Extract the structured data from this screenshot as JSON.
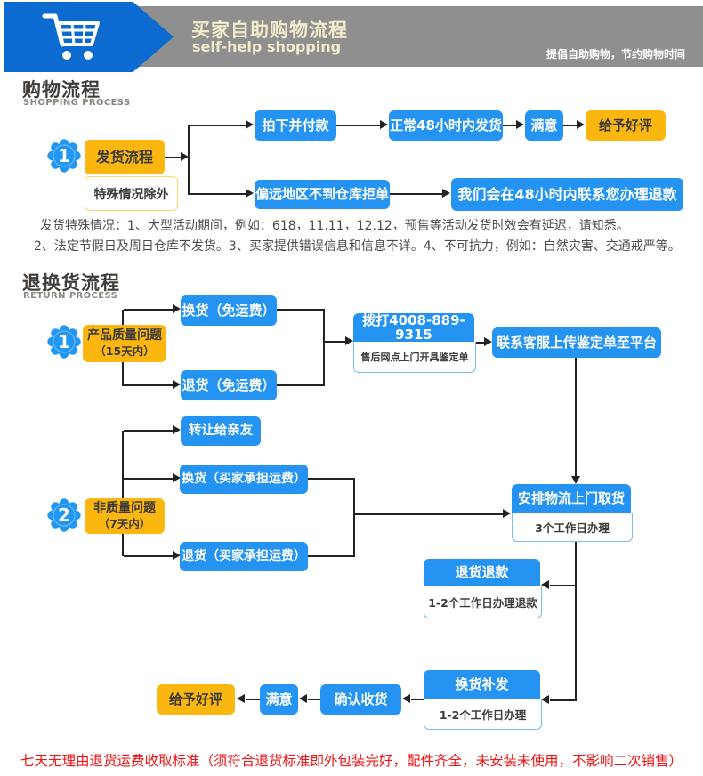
{
  "header": {
    "title": "买家自助购物流程",
    "subtitle": "self-help shopping",
    "tagline": "提倡自助购物，节约购物时间"
  },
  "section_shopping": {
    "title": "购物流程",
    "subtitle": "SHOPPING PROCESS"
  },
  "section_return": {
    "title": "退换货流程",
    "subtitle": "RETURN PROCESS"
  },
  "flow1": {
    "badge": "1",
    "start": "发货流程",
    "start_note": "特殊情况除外",
    "steps_top": [
      "拍下并付款",
      "正常48小时内发货",
      "满意",
      "给予好评"
    ],
    "steps_bottom": [
      "偏远地区不到仓库拒单",
      "我们会在48小时内联系您办理退款"
    ]
  },
  "shipping_notes": {
    "line1": "发货特殊情况：1、大型活动期间，例如：618，11.11，12.12，预售等活动发货时效会有延迟，请知悉。",
    "line2": "2、法定节假日及周日仓库不发货。3、买家提供错误信息和信息不详。4、不可抗力，例如：自然灾害、交通戒严等。"
  },
  "flow2": {
    "quality": {
      "badge": "1",
      "title": "产品质量问题",
      "window": "（15天内）",
      "exchange": "换货（免运费）",
      "return": "退货（免运费）",
      "hotline": "拨打4008-889-9315",
      "hotline_note": "售后网点上门开具鉴定单",
      "upload": "联系客服上传鉴定单至平台"
    },
    "non_quality": {
      "badge": "2",
      "title": "非质量问题",
      "window": "（7天内）",
      "transfer": "转让给亲友",
      "exchange": "换货（买家承担运费）",
      "return": "退货（买家承担运费）"
    },
    "pickup": {
      "title": "安排物流上门取货",
      "note": "3个工作日办理"
    },
    "refund": {
      "title": "退货退款",
      "note": "1-2个工作日办理退款"
    },
    "reship": {
      "title": "换货补发",
      "note": "1-2个工作日办理"
    },
    "confirm": "确认收货",
    "satisfied": "满意",
    "praise": "给予好评"
  },
  "footer": {
    "text": "七天无理由退货运费收取标准（须符合退货标准即外包装完好，配件齐全，未安装未使用，不影响二次销售）"
  },
  "colors": {
    "flow_blue": "#2493f2",
    "header_blue": "#0c6bd0",
    "accent_yellow": "#fbb70f",
    "banner_gray": "#8f8f8f",
    "banner_text_yellow": "#f2ecca",
    "footer_red": "#f41212"
  }
}
